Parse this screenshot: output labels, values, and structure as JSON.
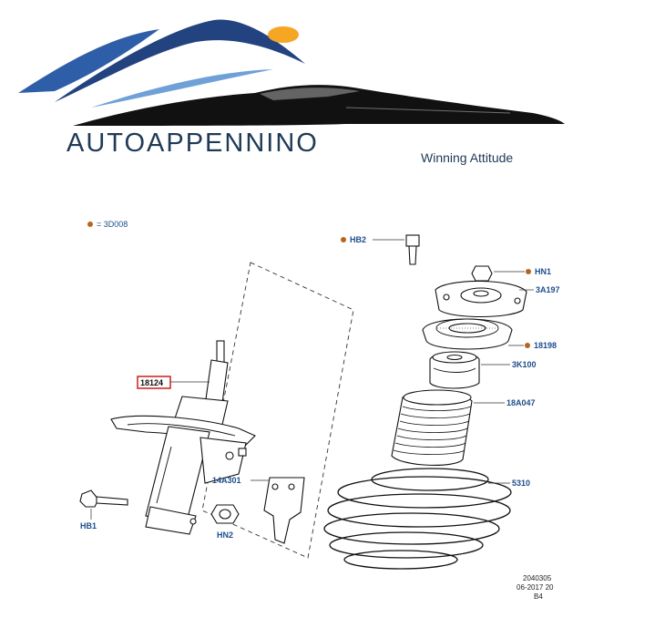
{
  "logo": {
    "brand": "AUTOAPPENNINO",
    "tagline": "Winning Attitude"
  },
  "diagram": {
    "legend_label": "= 3D008",
    "parts": {
      "hb2": "HB2",
      "hn1": "HN1",
      "p3a197": "3A197",
      "p18198": "18198",
      "p3k100": "3K100",
      "p18a047": "18A047",
      "p5310": "5310",
      "p18124": "18124",
      "p14a301": "14A301",
      "hb1": "HB1",
      "hn2": "HN2"
    },
    "footer": {
      "line1": "2040305",
      "line2": "06-2017 20",
      "line3": "B4"
    }
  },
  "colors": {
    "label_blue": "#1e4d8c",
    "marker_orange": "#b8651c",
    "logo_navy": "#1f3a57",
    "sun_orange": "#f5a623",
    "mountain_blue": "#3f6fb5",
    "highlight_red": "#cc1f1f"
  }
}
